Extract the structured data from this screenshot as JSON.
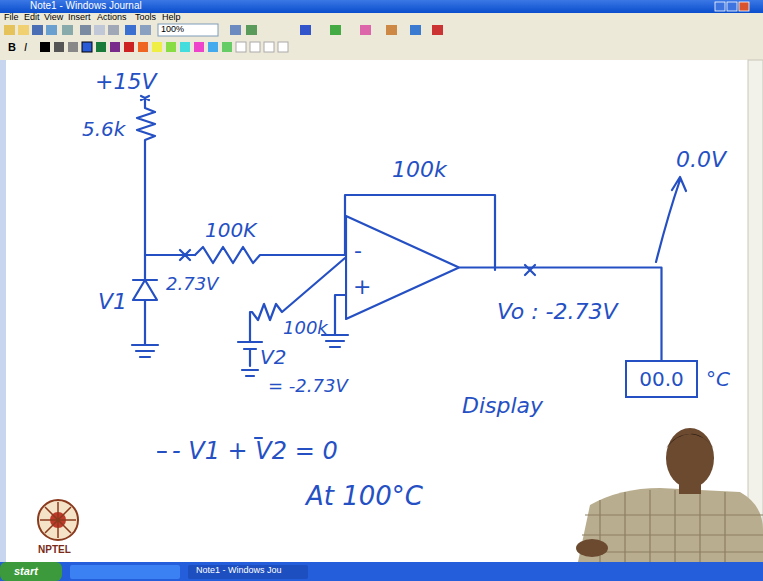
{
  "diagram": {
    "nodes": [
      {
        "text": [
          "-",
          "+"
        ]
      },
      {
        "text": [
          "00.0"
        ]
      }
    ],
    "edges": [
      {
        "from": 0,
        "to": 1,
        "arrow": "none"
      }
    ],
    "labels": [
      "Note1 - Windows Journal",
      "File",
      "Edit",
      "View",
      "Insert",
      "Actions",
      "Tools",
      "Help",
      "100%",
      "B",
      "I",
      "+15V",
      "5.6k",
      "100K",
      "100k",
      "V1",
      "2.73V",
      "100k",
      "V2",
      "= -2.73V",
      "0.0V",
      "Vo : -2.73V",
      "Display",
      "°C",
      "- V1 + V2 = 0",
      "At 100°C",
      "NPTEL",
      "start",
      "Note1 - Windows Jou"
    ]
  }
}
